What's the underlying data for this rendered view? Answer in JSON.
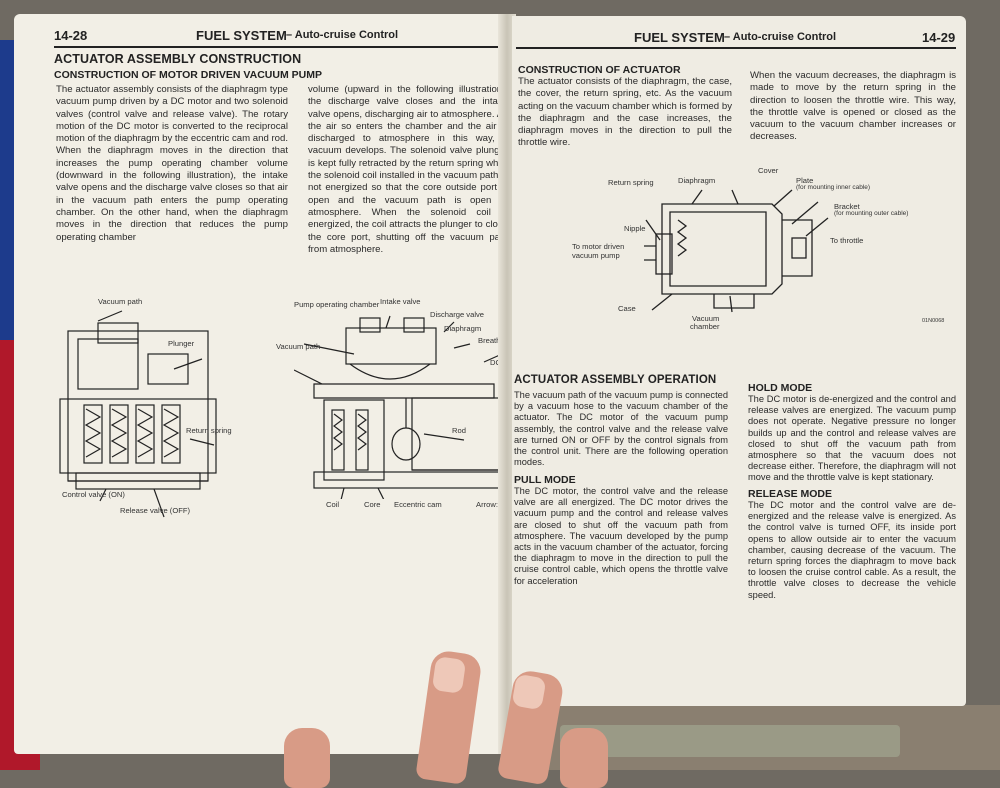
{
  "left_page": {
    "page_number": "14-28",
    "header_title": "FUEL SYSTEM",
    "header_subtitle": "– Auto-cruise Control",
    "section_title": "ACTUATOR ASSEMBLY CONSTRUCTION",
    "subsection_title": "CONSTRUCTION OF MOTOR DRIVEN VACUUM PUMP",
    "col1_text": "The actuator assembly consists of the diaphragm type vacuum pump driven by a DC motor and two solenoid valves (control valve and release valve). The rotary motion of the DC motor is converted to the reciprocal motion of the diaphragm by the eccentric cam and rod. When the diaphragm moves in the direction that increases the pump operating chamber volume (downward in the following illustration), the intake valve opens and the discharge valve closes so that air in the vacuum path enters the pump operating chamber. On the other hand, when the diaphragm moves in the direction that reduces the pump operating chamber",
    "col2_text": "volume (upward in the following illustration), the discharge valve closes and the intake valve opens, discharging air to atmosphere. As the air so enters the chamber and the air is discharged to atmosphere in this way, a vacuum develops. The solenoid valve plunger is kept fully retracted by the return spring while the solenoid coil installed in the vacuum path is not energized so that the core outside port is open and the vacuum path is open to atmosphere. When the solenoid coil is energized, the coil attracts the plunger to close the core port, shutting off the vacuum path from atmosphere.",
    "diagram1_labels": {
      "vacuum_path": "Vacuum path",
      "plunger": "Plunger",
      "return_spring": "Return spring",
      "control_valve": "Control valve (ON)",
      "release_valve": "Release valve (OFF)"
    },
    "diagram2_labels": {
      "pump_operating_chamber": "Pump operating chamber",
      "intake_valve": "Intake valve",
      "discharge_valve": "Discharge valve",
      "diaphragm": "Diaphragm",
      "breathing_port": "Breathing port",
      "dc_motor": "DC motor",
      "vacuum_path": "Vacuum path",
      "rod": "Rod",
      "coil": "Coil",
      "core": "Core",
      "eccentric_cam": "Eccentric cam",
      "arrow": "Arrow: Air"
    }
  },
  "right_page": {
    "page_number": "14-29",
    "header_title": "FUEL SYSTEM",
    "header_subtitle": "– Auto-cruise Control",
    "construction_title": "CONSTRUCTION OF ACTUATOR",
    "construction_col1": "The actuator consists of the diaphragm, the case, the cover, the return spring, etc. As the vacuum acting on the vacuum chamber which is formed by the diaphragm and the case increases, the diaphragm moves in the direction to pull the throttle wire.",
    "construction_col2": "When the vacuum decreases, the diaphragm is made to move by the return spring in the direction to loosen the throttle wire. This way, the throttle valve is opened or closed as the vacuum to the vacuum chamber increases or decreases.",
    "diagram_labels": {
      "return_spring": "Return spring",
      "diaphragm": "Diaphragm",
      "cover": "Cover",
      "plate": "Plate",
      "plate_note": "(for mounting inner cable)",
      "bracket": "Bracket",
      "bracket_note": "(for mounting outer cable)",
      "nipple": "Nipple",
      "to_motor": "To motor driven",
      "to_motor_2": "vacuum pump",
      "to_throttle": "To throttle",
      "case": "Case",
      "vacuum_chamber": "Vacuum",
      "vacuum_chamber_2": "chamber",
      "figure_code": "01N0068"
    },
    "operation_title": "ACTUATOR ASSEMBLY OPERATION",
    "operation_text": "The vacuum path of the vacuum pump is connected by a vacuum hose to the vacuum chamber of the actuator. The DC motor of the vacuum pump assembly, the control valve and the release valve are turned ON or OFF by the control signals from the control unit. There are the following operation modes.",
    "pull_title": "PULL MODE",
    "pull_text": "The DC motor, the control valve and the release valve are all energized. The DC motor drives the vacuum pump and the control and release valves are closed to shut off the vacuum path from atmosphere. The vacuum developed by the pump acts in the vacuum chamber of the actuator, forcing the diaphragm to move in the direction to pull the cruise control cable, which opens the throttle valve for acceleration",
    "hold_title": "HOLD MODE",
    "hold_text": "The DC motor is de-energized and the control and release valves are energized. The vacuum pump does not operate. Negative pressure no longer builds up and the control and release valves are closed to shut off the vacuum path from atmosphere so that the vacuum does not decrease either. Therefore, the diaphragm will not move and the throttle valve is kept stationary.",
    "release_title": "RELEASE MODE",
    "release_text": "The DC motor and the control valve are de-energized and the release valve is energized. As the control valve is turned OFF, its inside port opens to allow outside air to enter the vacuum chamber, causing decrease of the vacuum. The return spring forces the diaphragm to move back to loosen the cruise control cable. As a result, the throttle valve closes to decrease the vehicle speed."
  }
}
